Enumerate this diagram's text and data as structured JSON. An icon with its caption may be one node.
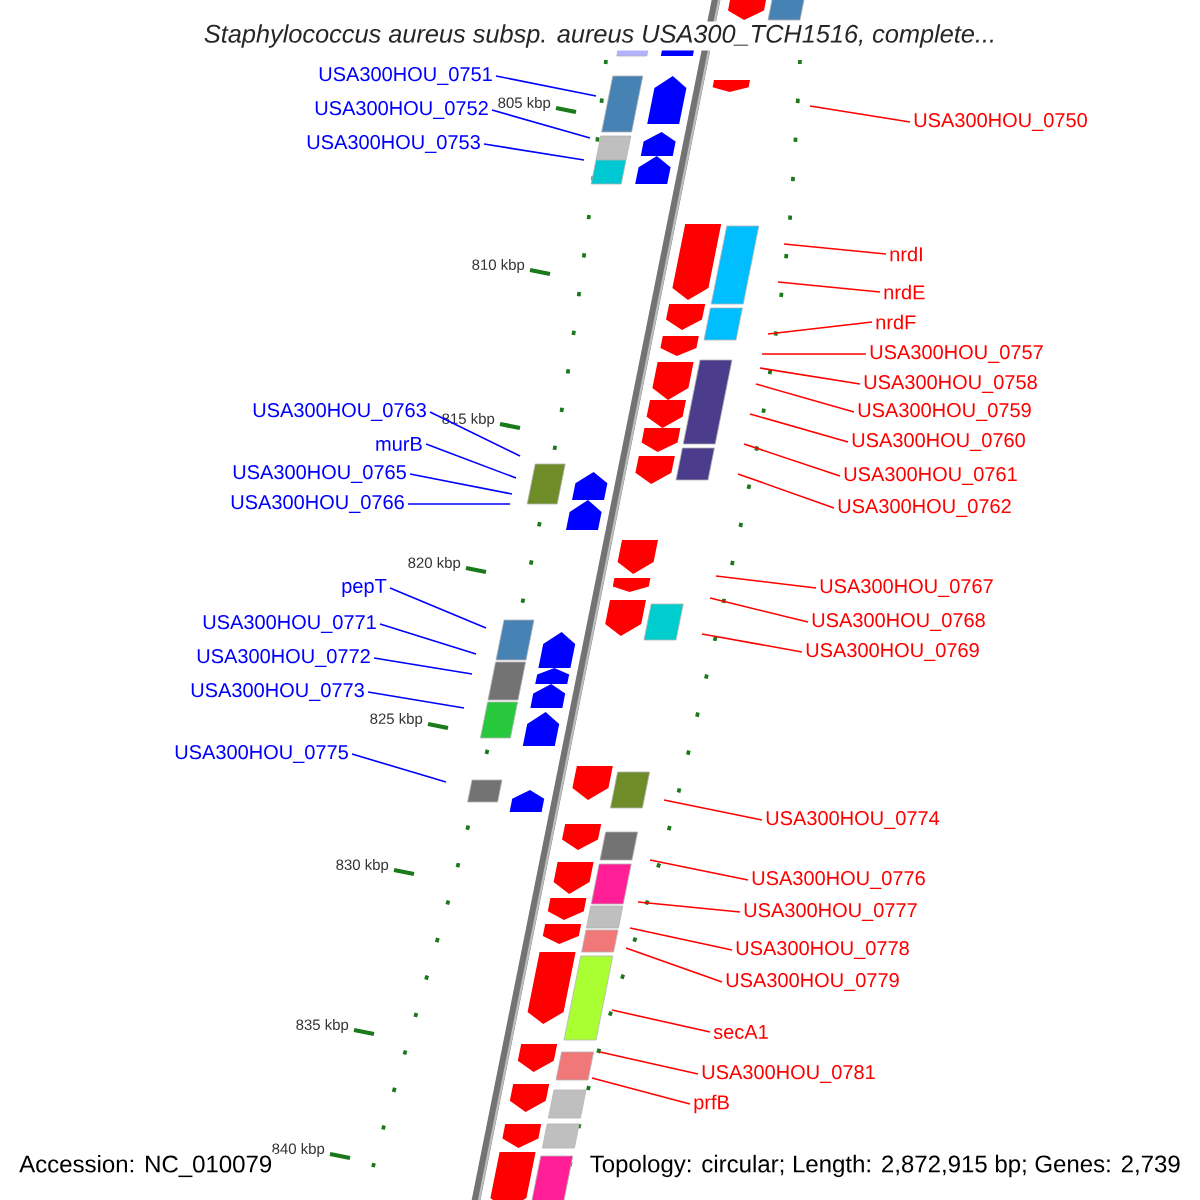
{
  "diagram": {
    "title": "*Staphylococcus aureus subsp. aureus* USA300_TCH1516, complete...",
    "nodes": [
      {
        "text": [
          "USA300HOU_0751"
        ]
      },
      {
        "text": [
          "USA300HOU_0752"
        ]
      },
      {
        "text": [
          "USA300HOU_0753"
        ]
      },
      {
        "text": [
          "USA300HOU_0763"
        ]
      },
      {
        "text": [
          "murB"
        ]
      },
      {
        "text": [
          "USA300HOU_0765"
        ]
      },
      {
        "text": [
          "USA300HOU_0766"
        ]
      },
      {
        "text": [
          "pepT"
        ]
      },
      {
        "text": [
          "USA300HOU_0771"
        ]
      },
      {
        "text": [
          "USA300HOU_0772"
        ]
      },
      {
        "text": [
          "USA300HOU_0773"
        ]
      },
      {
        "text": [
          "USA300HOU_0775"
        ]
      },
      {
        "text": [
          "USA300HOU_0750"
        ]
      },
      {
        "text": [
          "nrdI"
        ]
      },
      {
        "text": [
          "nrdE"
        ]
      },
      {
        "text": [
          "nrdF"
        ]
      },
      {
        "text": [
          "USA300HOU_0757"
        ]
      },
      {
        "text": [
          "USA300HOU_0758"
        ]
      },
      {
        "text": [
          "USA300HOU_0759"
        ]
      },
      {
        "text": [
          "USA300HOU_0760"
        ]
      },
      {
        "text": [
          "USA300HOU_0761"
        ]
      },
      {
        "text": [
          "USA300HOU_0762"
        ]
      },
      {
        "text": [
          "USA300HOU_0767"
        ]
      },
      {
        "text": [
          "USA300HOU_0768"
        ]
      },
      {
        "text": [
          "USA300HOU_0769"
        ]
      },
      {
        "text": [
          "USA300HOU_0774"
        ]
      },
      {
        "text": [
          "USA300HOU_0776"
        ]
      },
      {
        "text": [
          "USA300HOU_0777"
        ]
      },
      {
        "text": [
          "USA300HOU_0778"
        ]
      },
      {
        "text": [
          "USA300HOU_0779"
        ]
      },
      {
        "text": [
          "secA1"
        ]
      },
      {
        "text": [
          "USA300HOU_0781"
        ]
      },
      {
        "text": [
          "prfB"
        ]
      }
    ],
    "edges": [
      {
        "from": 0,
        "to": null,
        "arrow": "none",
        "color": "#0000ff"
      },
      {
        "from": 1,
        "to": null,
        "arrow": "none",
        "color": "#0000ff"
      },
      {
        "from": 2,
        "to": null,
        "arrow": "none",
        "color": "#0000ff"
      },
      {
        "from": 3,
        "to": null,
        "arrow": "none",
        "color": "#0000ff"
      },
      {
        "from": 4,
        "to": null,
        "arrow": "none",
        "color": "#0000ff"
      },
      {
        "from": 5,
        "to": null,
        "arrow": "none",
        "color": "#0000ff"
      },
      {
        "from": 6,
        "to": null,
        "arrow": "none",
        "color": "#0000ff"
      },
      {
        "from": 7,
        "to": null,
        "arrow": "none",
        "color": "#0000ff"
      },
      {
        "from": 8,
        "to": null,
        "arrow": "none",
        "color": "#0000ff"
      },
      {
        "from": 9,
        "to": null,
        "arrow": "none",
        "color": "#0000ff"
      },
      {
        "from": 10,
        "to": null,
        "arrow": "none",
        "color": "#0000ff"
      },
      {
        "from": 11,
        "to": null,
        "arrow": "none",
        "color": "#0000ff"
      },
      {
        "from": 12,
        "to": null,
        "arrow": "none"
      },
      {
        "from": 13,
        "to": null,
        "arrow": "none"
      },
      {
        "from": 14,
        "to": null,
        "arrow": "none"
      },
      {
        "from": 15,
        "to": null,
        "arrow": "none"
      },
      {
        "from": 16,
        "to": null,
        "arrow": "none"
      },
      {
        "from": 17,
        "to": null,
        "arrow": "none"
      },
      {
        "from": 18,
        "to": null,
        "arrow": "none"
      },
      {
        "from": 19,
        "to": null,
        "arrow": "none"
      },
      {
        "from": 20,
        "to": null,
        "arrow": "none"
      },
      {
        "from": 21,
        "to": null,
        "arrow": "none"
      },
      {
        "from": 22,
        "to": null,
        "arrow": "none"
      },
      {
        "from": 23,
        "to": null,
        "arrow": "none"
      },
      {
        "from": 24,
        "to": null,
        "arrow": "none"
      },
      {
        "from": 25,
        "to": null,
        "arrow": "none"
      },
      {
        "from": 26,
        "to": null,
        "arrow": "none"
      },
      {
        "from": 27,
        "to": null,
        "arrow": "none"
      },
      {
        "from": 28,
        "to": null,
        "arrow": "none"
      },
      {
        "from": 29,
        "to": null,
        "arrow": "none"
      },
      {
        "from": 30,
        "to": null,
        "arrow": "none"
      },
      {
        "from": 31,
        "to": null,
        "arrow": "none"
      },
      {
        "from": 32,
        "to": null,
        "arrow": "none"
      }
    ],
    "labels": [
      "805 kbp",
      "810 kbp",
      "815 kbp",
      "820 kbp",
      "825 kbp",
      "830 kbp",
      "835 kbp",
      "840 kbp",
      "Accession: NC_010079",
      "Topology: circular; Length: 2,872,915 bp; Genes: 2,739"
    ]
  }
}
